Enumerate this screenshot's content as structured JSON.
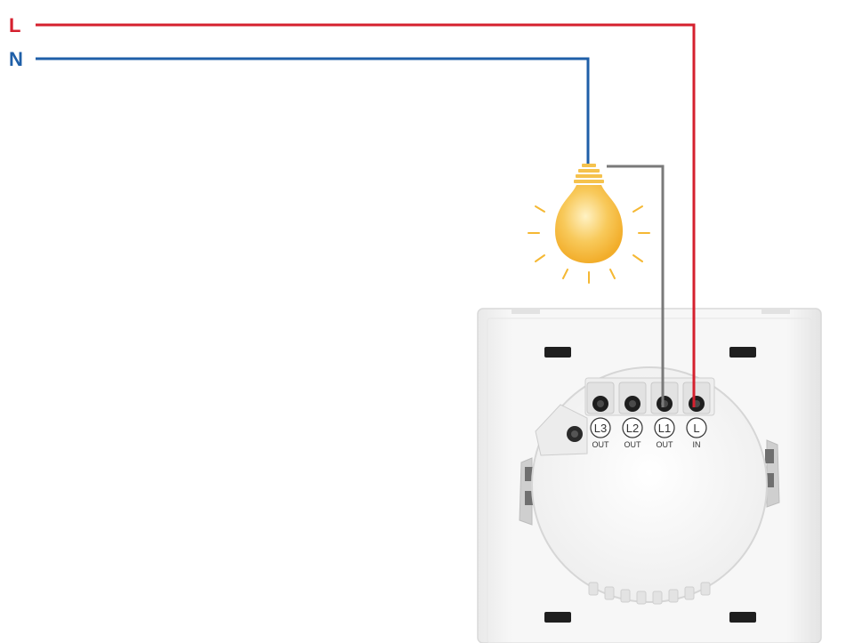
{
  "wires": {
    "live": {
      "label": "L",
      "color": "#d5202e"
    },
    "neutral": {
      "label": "N",
      "color": "#1f5fa8"
    },
    "load": {
      "color": "#7a7a7a"
    }
  },
  "bulb": {
    "color": "#f7c04a",
    "glow": "#fde6a6"
  },
  "switch": {
    "body_color": "#f4f4f4",
    "terminals": [
      {
        "name": "L3",
        "sub": "OUT"
      },
      {
        "name": "L2",
        "sub": "OUT"
      },
      {
        "name": "L1",
        "sub": "OUT"
      },
      {
        "name": "L",
        "sub": "IN"
      }
    ]
  }
}
